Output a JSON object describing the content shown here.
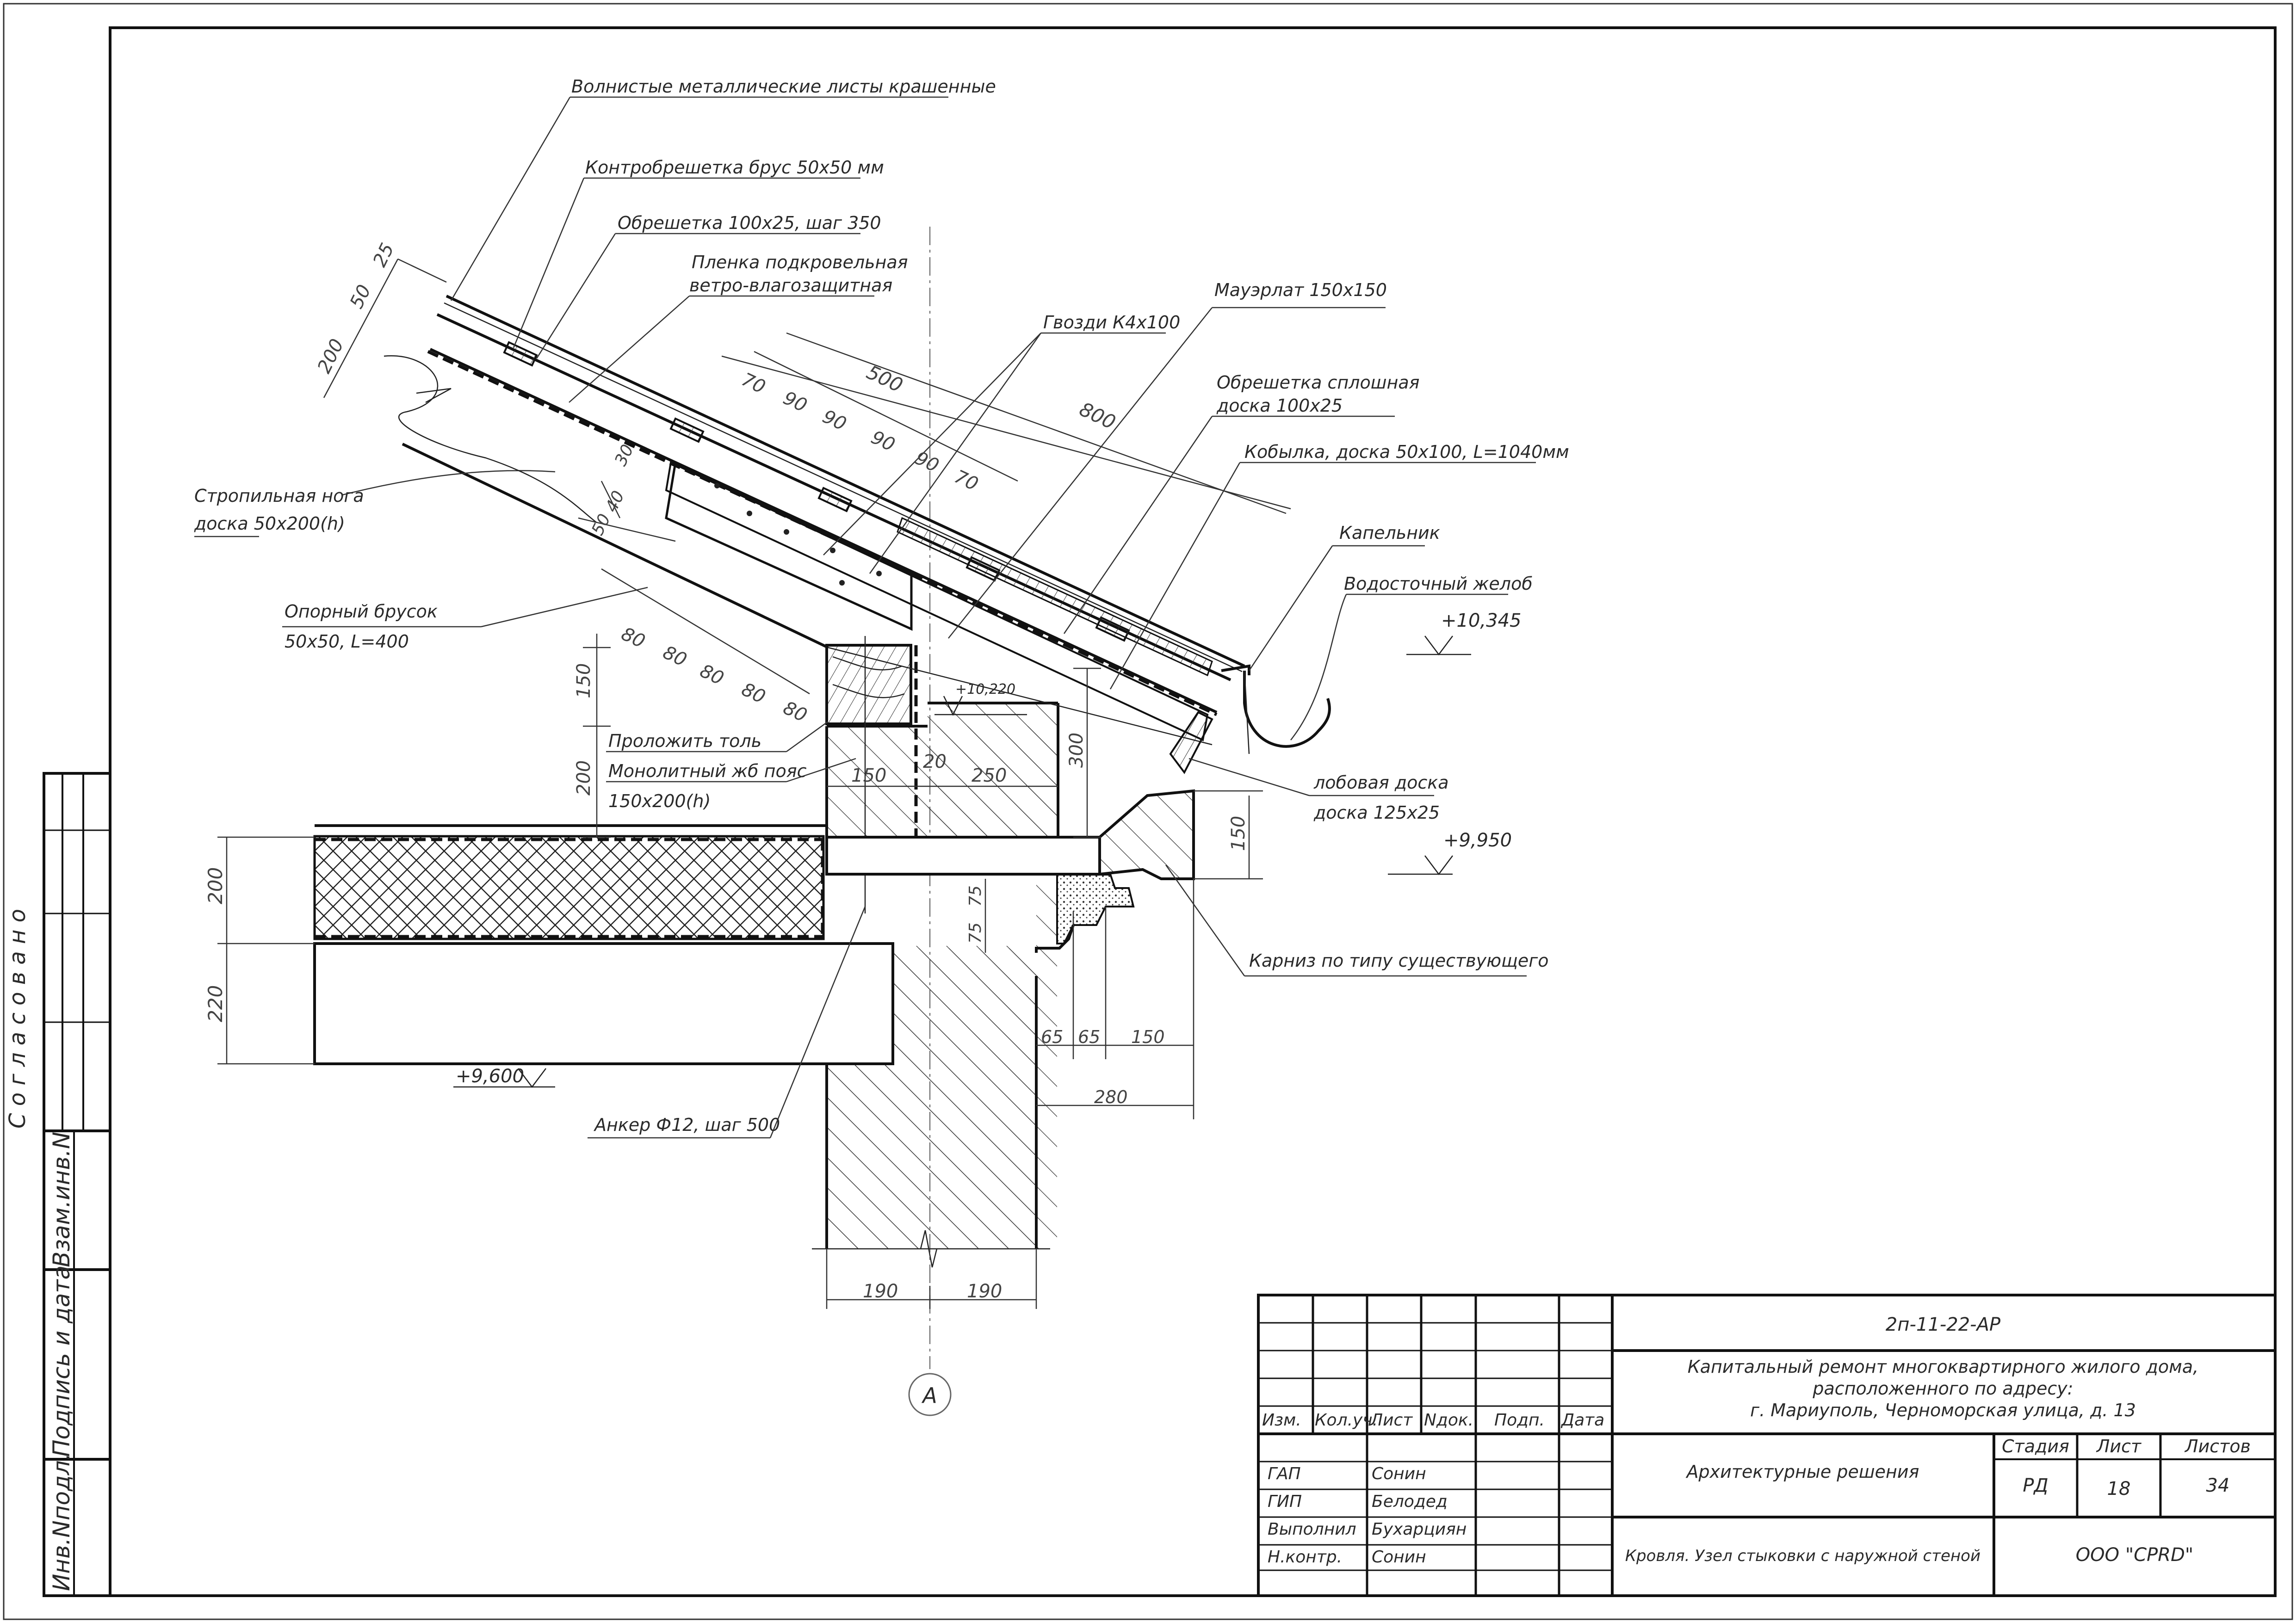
{
  "drawing": {
    "labels": {
      "roof_sheets": "Волнистые металлические листы крашенные",
      "counter_batten": "Контробрешетка брус 50х50 мм",
      "batten": "Обрешетка 100х25, шаг 350",
      "membrane_1": "Пленка подкровельная",
      "membrane_2": "ветро-влагозащитная",
      "nails": "Гвозди К4х100",
      "mauerlat": "Мауэрлат 150х150",
      "solid_sheathing_1": "Обрешетка сплошная",
      "solid_sheathing_2": "доска 100х25",
      "kobylka": "Кобылка, доска 50х100, L=1040мм",
      "drip": "Капельник",
      "gutter": "Водосточный желоб",
      "rafter_1": "Стропильная нога",
      "rafter_2": "доска 50х200(h)",
      "support_bar_1": "Опорный брусок",
      "support_bar_2": "50х50, L=400",
      "tol": "Проложить толь",
      "belt_1": "Монолитный жб пояс",
      "belt_2": "150х200(h)",
      "fascia_1": "лобовая доска",
      "fascia_2": "доска 125х25",
      "cornice": "Карниз по типу существующего",
      "anchor": "Анкер Ф12, шаг 500",
      "axis_a": "А"
    },
    "elevations": {
      "e1": "+10,345",
      "e2": "+9,950",
      "e3": "+9,600",
      "e4": "+10,220"
    },
    "dims": {
      "d25": "25",
      "d50": "50",
      "d200a": "200",
      "d70a": "70",
      "d90a": "90",
      "d90b": "90",
      "d90c": "90",
      "d90d": "90",
      "d70b": "70",
      "d500": "500",
      "d800": "800",
      "d30": "30",
      "d50b": "50",
      "d40": "40",
      "d80a": "80",
      "d80b": "80",
      "d80c": "80",
      "d80d": "80",
      "d80e": "80",
      "d150a": "150",
      "d200b": "200",
      "d150b": "150",
      "d20": "20",
      "d250": "250",
      "d300": "300",
      "d150c": "150",
      "d200c": "200",
      "d220": "220",
      "d75a": "75",
      "d75b": "75",
      "d65a": "65",
      "d65b": "65",
      "d150d": "150",
      "d280": "280",
      "d190a": "190",
      "d190b": "190"
    }
  },
  "sidebar": {
    "approved": "С о г л а с о в а н о",
    "inv_zam": "Взам.инв.N",
    "sign_date": "Подпись и дата",
    "inv_podl": "Инв.Nподл."
  },
  "title_block": {
    "code": "2п-11-22-АР",
    "project_1": "Капитальный ремонт многоквартирного жилого дома,",
    "project_2": "расположенного по адресу:",
    "project_3": "г. Мариуполь, Черноморская улица, д. 13",
    "cols": [
      "Изм.",
      "Кол.уч.",
      "Лист",
      "Nдок.",
      "Подп.",
      "Дата"
    ],
    "roles": [
      "ГАП",
      "ГИП",
      "Выполнил",
      "Н.контр."
    ],
    "names": [
      "Сонин",
      "Белодед",
      "Бухарциян",
      "Сонин"
    ],
    "section": "Архитектурные решения",
    "stage_h": "Стадия",
    "sheet_h": "Лист",
    "sheets_h": "Листов",
    "stage": "РД",
    "sheet": "18",
    "sheets": "34",
    "sheet_title": "Кровля. Узел стыковки с наружной стеной",
    "company": "ООО \"СРRD\""
  }
}
